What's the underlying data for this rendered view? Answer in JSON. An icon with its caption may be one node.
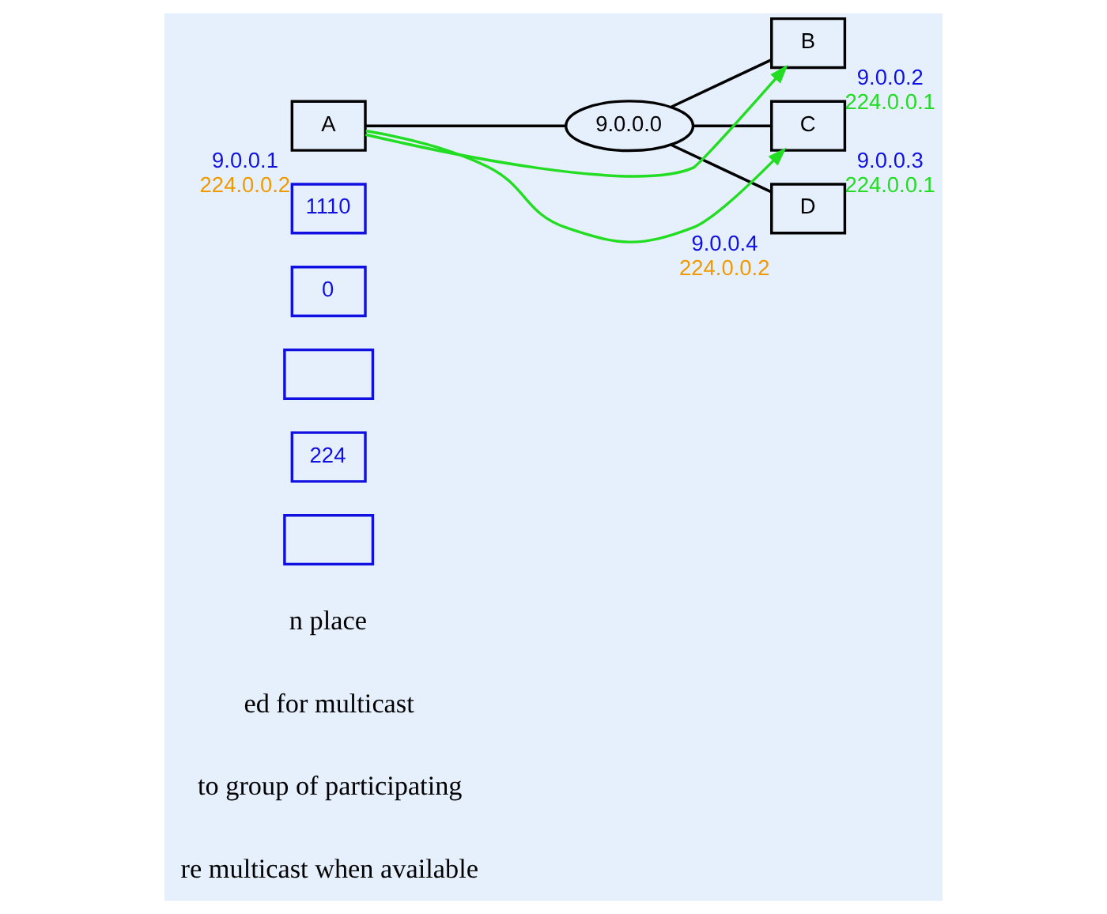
{
  "diagram": {
    "nodes": [
      {
        "text": [
          "1110"
        ]
      },
      {
        "text": [
          "0"
        ]
      },
      {
        "text": [],
        "shape": "box"
      },
      {
        "text": [
          "224"
        ]
      },
      {
        "text": [],
        "shape": "box"
      },
      {
        "text": [
          "9.0.0.0"
        ]
      },
      {
        "text": [
          "A"
        ],
        "beside": [
          "9.0.0.1",
          "224.0.0.2"
        ]
      },
      {
        "text": [
          "B"
        ],
        "beside": [
          "9.0.0.2",
          "224.0.0.1"
        ]
      },
      {
        "text": [
          "C"
        ],
        "beside": [
          "9.0.0.3",
          "224.0.0.1"
        ]
      },
      {
        "text": [
          "D"
        ],
        "beside": [
          "9.0.0.4",
          "224.0.0.2"
        ]
      }
    ],
    "edges": [
      {
        "from": 6,
        "to": 5,
        "arrow": "none"
      },
      {
        "from": 5,
        "to": 7,
        "arrow": "none"
      },
      {
        "from": 5,
        "to": 8,
        "arrow": "none"
      },
      {
        "from": 5,
        "to": 9,
        "arrow": "none"
      },
      {
        "from": 6,
        "to": 7,
        "arrow": "to",
        "color": "#22dd22"
      },
      {
        "from": 6,
        "to": 8,
        "arrow": "to",
        "color": "#22dd22"
      }
    ],
    "labels": [
      "n place",
      "ed for multicast",
      "to group of participating",
      "re multicast when available"
    ]
  }
}
